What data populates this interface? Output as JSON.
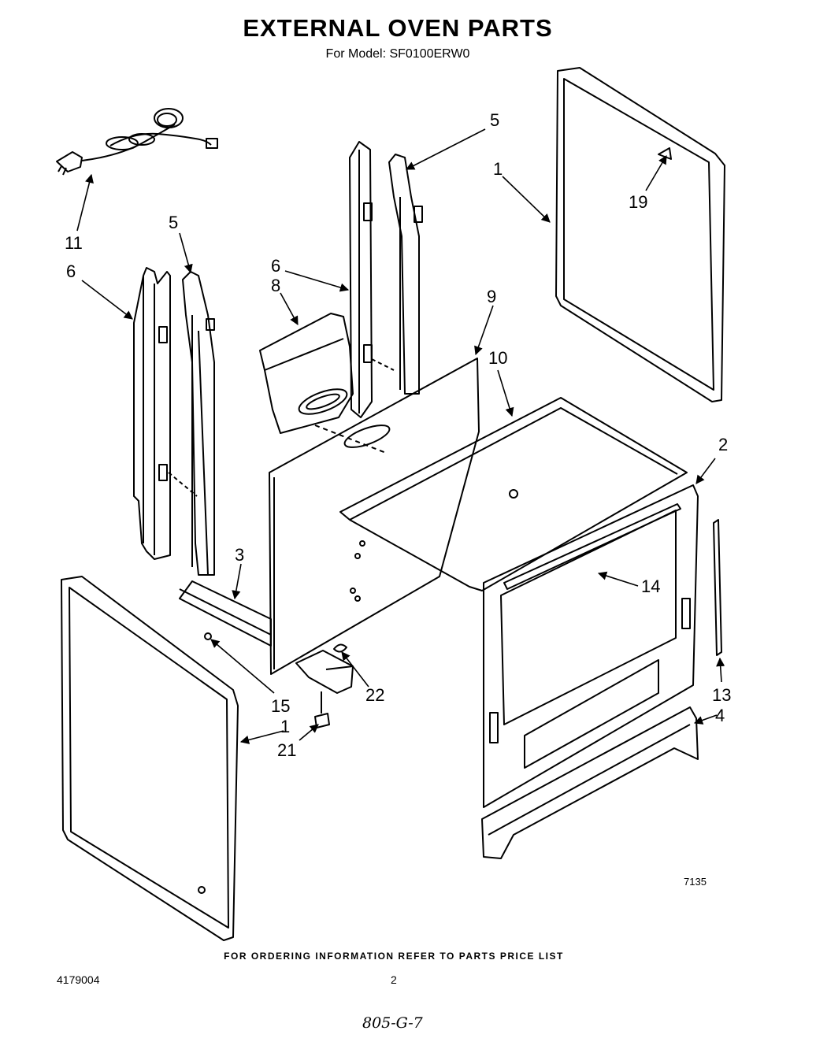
{
  "header": {
    "title": "EXTERNAL OVEN PARTS",
    "model_line": "For Model: SF0100ERW0"
  },
  "callouts": [
    {
      "id": "c11",
      "label": "11"
    },
    {
      "id": "c5a",
      "label": "5"
    },
    {
      "id": "c6a",
      "label": "6"
    },
    {
      "id": "c5b",
      "label": "5"
    },
    {
      "id": "c6b",
      "label": "6"
    },
    {
      "id": "c8",
      "label": "8"
    },
    {
      "id": "c1a",
      "label": "1"
    },
    {
      "id": "c19",
      "label": "19"
    },
    {
      "id": "c9",
      "label": "9"
    },
    {
      "id": "c10",
      "label": "10"
    },
    {
      "id": "c2",
      "label": "2"
    },
    {
      "id": "c3",
      "label": "3"
    },
    {
      "id": "c14",
      "label": "14"
    },
    {
      "id": "c15",
      "label": "15"
    },
    {
      "id": "c22",
      "label": "22"
    },
    {
      "id": "c13",
      "label": "13"
    },
    {
      "id": "c1b",
      "label": "1"
    },
    {
      "id": "c21",
      "label": "21"
    },
    {
      "id": "c4",
      "label": "4"
    }
  ],
  "figure_number": "7135",
  "footer": {
    "ordering_note": "FOR ORDERING INFORMATION REFER TO PARTS PRICE LIST",
    "doc_number": "4179004",
    "page_number": "2",
    "handwritten_code": "805-G-7"
  }
}
